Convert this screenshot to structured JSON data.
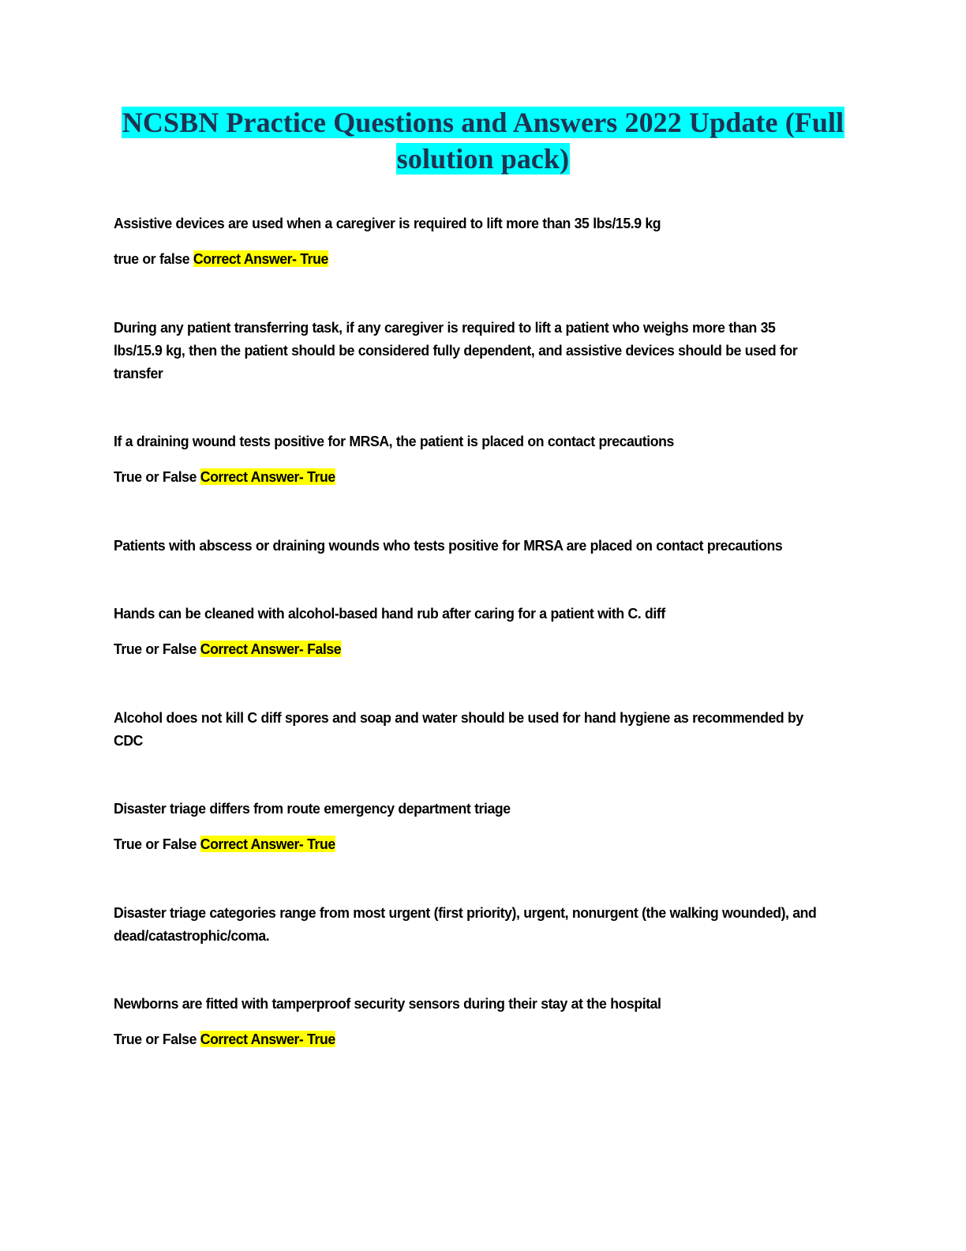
{
  "document": {
    "title_line_1": "NCSBN Practice Questions and Answers 2022 Update (Full",
    "title_line_2": "solution pack)",
    "title_text_color": "#1F3353",
    "title_highlight_color": "#00FFFF",
    "answer_highlight_color": "#FFFF00",
    "body_text_color": "#000000",
    "page_background": "#FFFFFF"
  },
  "items": [
    {
      "question": "Assistive devices are used when a caregiver is required to lift more than 35 lbs/15.9 kg",
      "prompt": "true or false ",
      "answer": "Correct Answer- True",
      "explanation": "During any patient transferring task, if any caregiver is required to lift a patient who weighs more than 35 lbs/15.9 kg, then the patient should be considered fully dependent, and assistive devices should be used for transfer"
    },
    {
      "question": "If a draining wound tests positive for MRSA, the patient is placed on contact precautions",
      "prompt": "True or False ",
      "answer": "Correct Answer- True",
      "explanation": "Patients with abscess or draining wounds who tests positive for MRSA are placed on contact precautions"
    },
    {
      "question": "Hands can be cleaned with alcohol-based hand rub after caring for a patient with C. diff",
      "prompt": "True or False ",
      "answer": "Correct Answer- False",
      "explanation": "Alcohol does not kill C diff spores and soap and water should be used for hand hygiene as recommended by CDC"
    },
    {
      "question": "Disaster triage differs from route emergency department triage",
      "prompt": "True or False ",
      "answer": "Correct Answer- True",
      "explanation": "Disaster triage categories range from most urgent (first priority), urgent, nonurgent (the walking wounded), and dead/catastrophic/coma."
    },
    {
      "question": "Newborns are fitted with tamperproof security sensors during their stay at the hospital",
      "prompt": "True or False ",
      "answer": "Correct Answer- True",
      "explanation": ""
    }
  ]
}
